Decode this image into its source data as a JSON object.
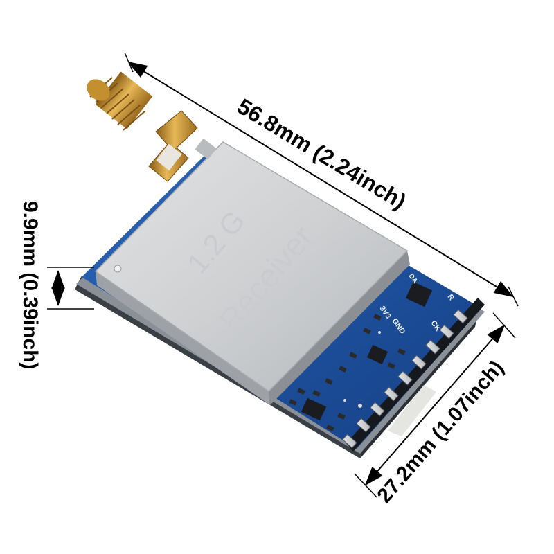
{
  "product": {
    "shield_line1": "1.2 G",
    "shield_line2": "Receiver"
  },
  "pcb_labels": {
    "v33": "3V3",
    "gnd": "GND",
    "ck": "CK",
    "rst": "R",
    "da": "DA"
  },
  "dimensions": {
    "length": "56.8mm (2.24inch)",
    "width": "27.2mm (1.07inch)",
    "height": "9.9mm (0.39inch)"
  },
  "colors": {
    "shield": "#c7c9cb",
    "pcb": "#1f4f9a",
    "connector": "#c9952e",
    "pin": "#b8bcc2",
    "background": "#ffffff"
  },
  "icons": [
    "sma-connector-icon",
    "smd-chip-icon",
    "pin-header-icon"
  ]
}
